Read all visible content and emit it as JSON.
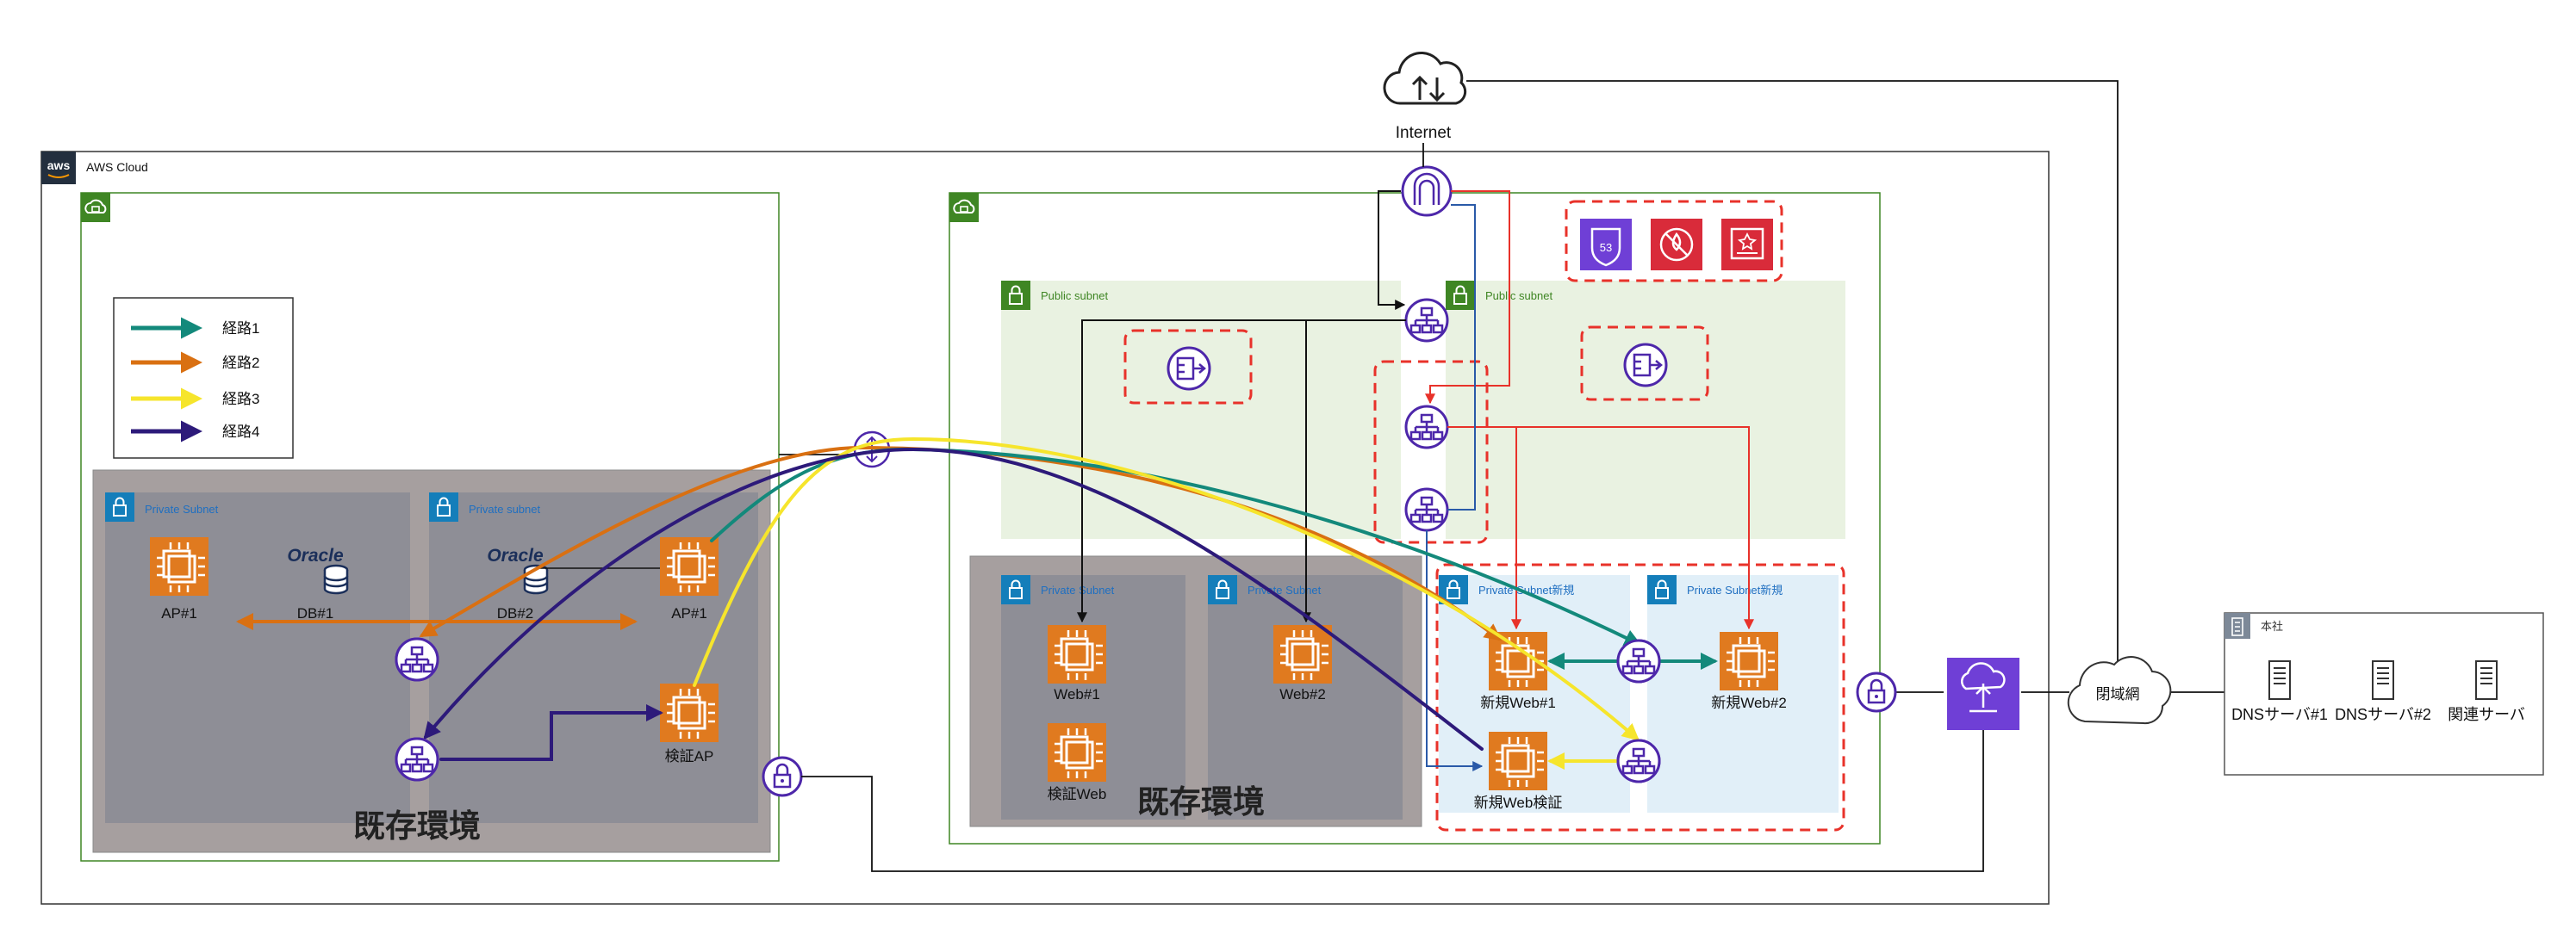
{
  "internet": {
    "label": "Internet"
  },
  "aws_cloud": {
    "label": "AWS Cloud",
    "logo": "aws"
  },
  "legend": {
    "items": [
      {
        "label": "経路1",
        "color": "#13897b"
      },
      {
        "label": "経路2",
        "color": "#d97012"
      },
      {
        "label": "経路3",
        "color": "#f6e52c"
      },
      {
        "label": "経路4",
        "color": "#2d1a7a"
      }
    ]
  },
  "left_vpc": {
    "existing_label": "既存環境",
    "subnet_a": {
      "label": "Private Subnet",
      "ap": "AP#1",
      "oracle": "Oracle",
      "db": "DB#1"
    },
    "subnet_b": {
      "label": "Private subnet",
      "oracle": "Oracle",
      "db": "DB#2",
      "ap": "AP#1"
    },
    "verify_ap": "検証AP"
  },
  "right_vpc": {
    "public_subnet_1": "Public subnet",
    "public_subnet_2": "Public subnet",
    "private_subnet_1": {
      "label": "Private Subnet",
      "web": "Web#1",
      "verify": "検証Web"
    },
    "private_subnet_2": {
      "label": "Private Subnet",
      "web": "Web#2"
    },
    "existing_label": "既存環境",
    "new_subnet_1": {
      "label": "Private Subnet新規",
      "web": "新規Web#1",
      "verify": "新規Web検証"
    },
    "new_subnet_2": {
      "label": "Private Subnet新規",
      "web": "新規Web#2"
    },
    "security_icons": [
      "route53-icon",
      "firewall-icon",
      "certificate-icon"
    ]
  },
  "closed_network": {
    "label": "閉域網"
  },
  "headquarters": {
    "label": "本社",
    "servers": [
      "DNSサーバ#1",
      "DNSサーバ#2",
      "関連サーバ"
    ]
  },
  "colors": {
    "vpc_green": "#3f8624",
    "ec2_orange": "#e07a1f",
    "endpoint_purple": "#4d27aa",
    "dashed_red": "#e8322a",
    "route1": "#13897b",
    "route2": "#d97012",
    "route3": "#f6e52c",
    "route4": "#2d1a7a",
    "red_line": "#e8322a",
    "blue_line": "#2a5aa8"
  }
}
